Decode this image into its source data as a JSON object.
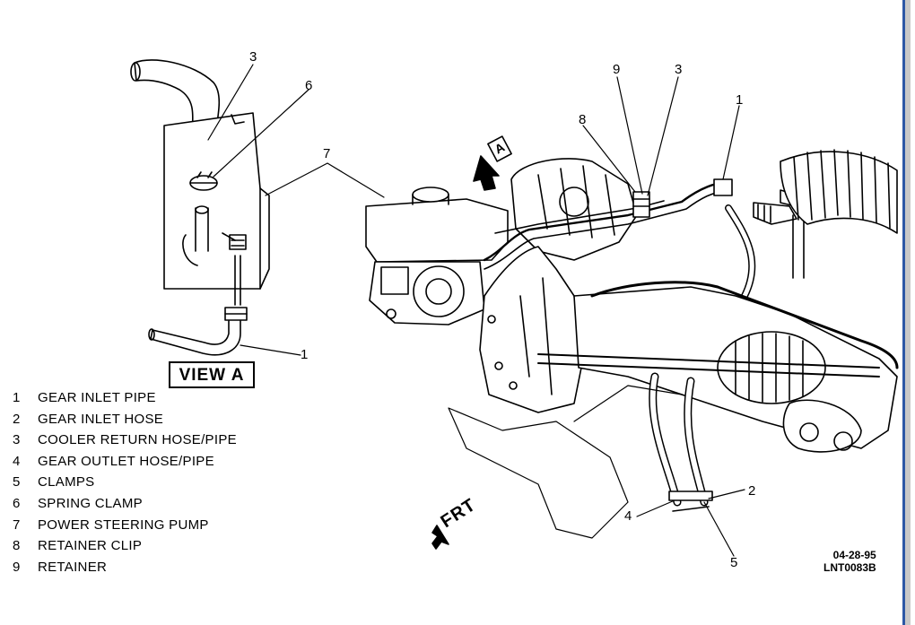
{
  "diagram": {
    "view_label": "VIEW A",
    "arrow_label": "A",
    "front_label": "FRT",
    "date_code": "04-28-95",
    "figure_code": "LNT0083B",
    "callouts": [
      "3",
      "6",
      "7",
      "1",
      "9",
      "3",
      "8",
      "1",
      "2",
      "4",
      "5"
    ],
    "legend": [
      {
        "num": "1",
        "text": "GEAR INLET PIPE"
      },
      {
        "num": "2",
        "text": "GEAR INLET HOSE"
      },
      {
        "num": "3",
        "text": "COOLER RETURN HOSE/PIPE"
      },
      {
        "num": "4",
        "text": "GEAR OUTLET HOSE/PIPE"
      },
      {
        "num": "5",
        "text": "CLAMPS"
      },
      {
        "num": "6",
        "text": "SPRING CLAMP"
      },
      {
        "num": "7",
        "text": "POWER STEERING PUMP"
      },
      {
        "num": "8",
        "text": "RETAINER CLIP"
      },
      {
        "num": "9",
        "text": "RETAINER"
      }
    ]
  }
}
